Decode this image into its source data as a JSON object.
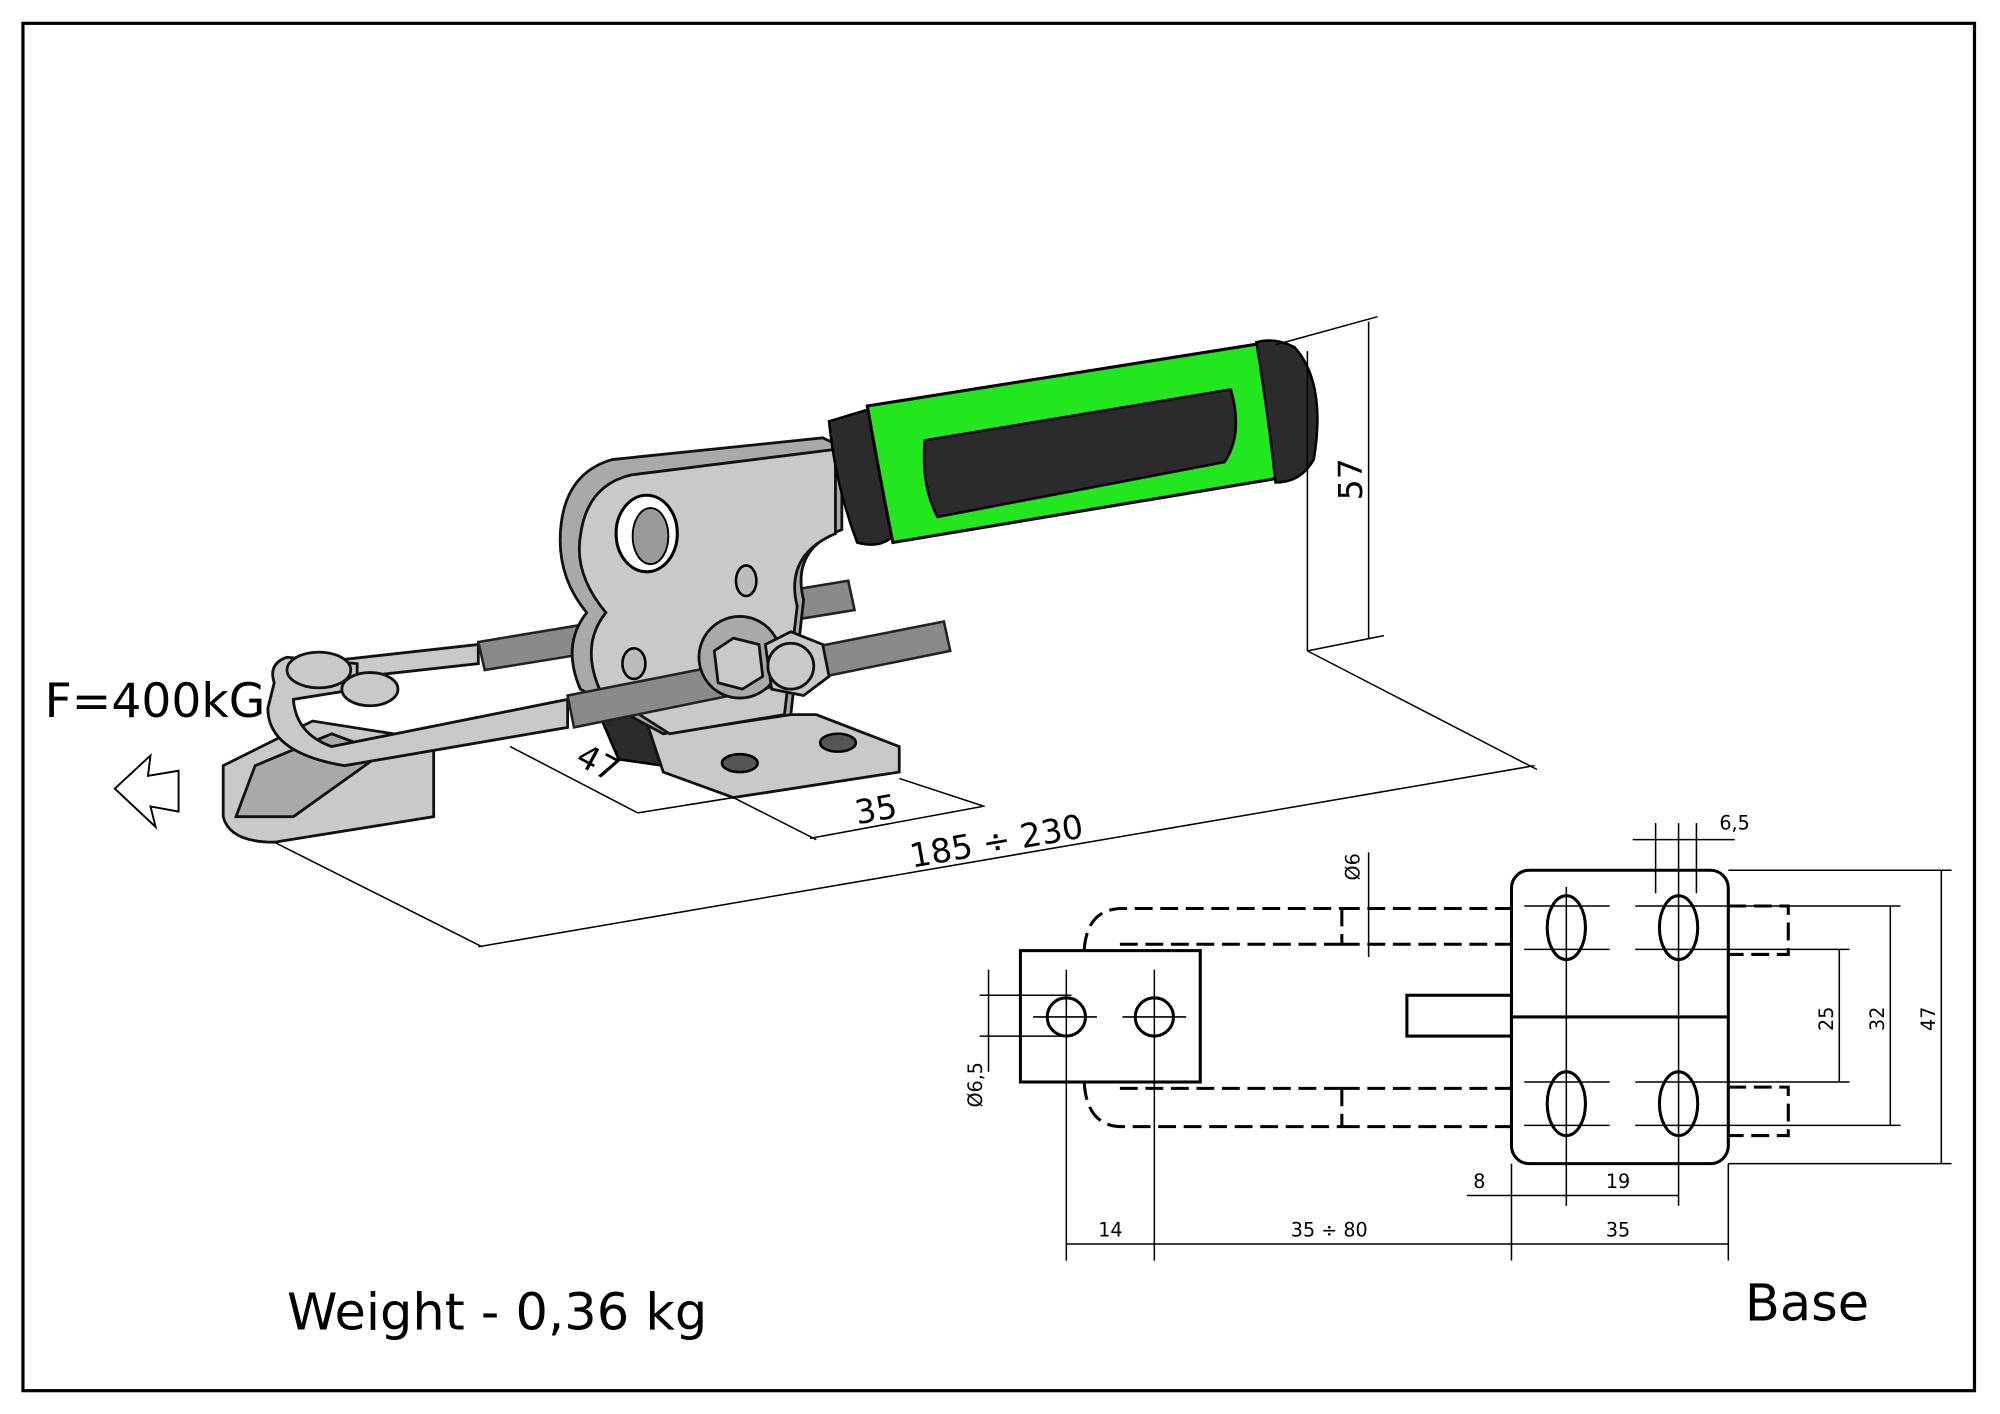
{
  "force_label": "F=400kG",
  "weight_label": "Weight - 0,36 kg",
  "view_label": "Base",
  "colors": {
    "grip": "#22e61e",
    "grip_dark": "#232323",
    "metal": "#c9c9c9"
  },
  "iso_dimensions": {
    "height": "57",
    "depth": "47",
    "base_width": "35",
    "total_length": "185 ÷ 230"
  },
  "base_dimensions": {
    "slot_width": "6,5",
    "rod_diameter": "Ø6",
    "hook_hole_diameter": "Ø6,5",
    "slot_spacing_inner": "25",
    "slot_spacing_outer": "32",
    "base_height": "47",
    "edge_offset": "8",
    "slot_pitch": "19",
    "hook_hole_pitch": "14",
    "adjust_range": "35 ÷ 80",
    "base_width": "35"
  }
}
